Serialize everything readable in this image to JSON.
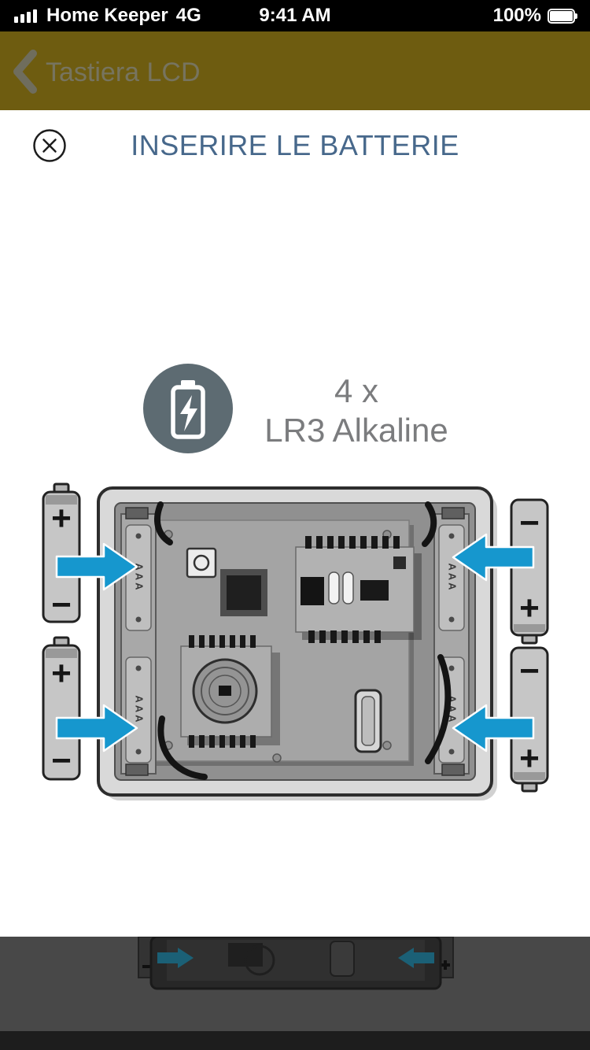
{
  "status_bar": {
    "carrier": "Home Keeper",
    "network": "4G",
    "time": "9:41 AM",
    "battery_percent": "100%"
  },
  "nav_bar": {
    "back_label": "Tastiera LCD"
  },
  "modal": {
    "title": "INSERIRE LE BATTERIE",
    "battery_spec": {
      "quantity": "4 x",
      "type": "LR3 Alkaline"
    },
    "diagram": {
      "slot_label": "AAA",
      "plus": "+",
      "minus": "−"
    }
  },
  "colors": {
    "nav_background": "#6e5c10",
    "title_blue": "#47688b",
    "arrow_blue": "#1697ce",
    "badge_gray": "#5d6b72",
    "spec_text_gray": "#7b7c7e"
  }
}
